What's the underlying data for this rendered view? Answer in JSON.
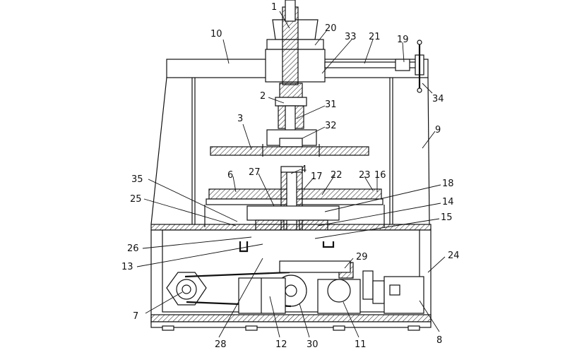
{
  "callouts": [
    {
      "id": "c1",
      "text": "1"
    },
    {
      "id": "c2",
      "text": "2"
    },
    {
      "id": "c3",
      "text": "3"
    },
    {
      "id": "c4",
      "text": "4"
    },
    {
      "id": "c6",
      "text": "6"
    },
    {
      "id": "c7",
      "text": "7"
    },
    {
      "id": "c8",
      "text": "8"
    },
    {
      "id": "c9",
      "text": "9"
    },
    {
      "id": "c10",
      "text": "10"
    },
    {
      "id": "c11",
      "text": "11"
    },
    {
      "id": "c12",
      "text": "12"
    },
    {
      "id": "c13",
      "text": "13"
    },
    {
      "id": "c14",
      "text": "14"
    },
    {
      "id": "c15",
      "text": "15"
    },
    {
      "id": "c16",
      "text": "16"
    },
    {
      "id": "c17",
      "text": "17"
    },
    {
      "id": "c18",
      "text": "18"
    },
    {
      "id": "c19",
      "text": "19"
    },
    {
      "id": "c20",
      "text": "20"
    },
    {
      "id": "c21",
      "text": "21"
    },
    {
      "id": "c22",
      "text": "22"
    },
    {
      "id": "c23",
      "text": "23"
    },
    {
      "id": "c24",
      "text": "24"
    },
    {
      "id": "c25",
      "text": "25"
    },
    {
      "id": "c26",
      "text": "26"
    },
    {
      "id": "c27",
      "text": "27"
    },
    {
      "id": "c28",
      "text": "28"
    },
    {
      "id": "c29",
      "text": "29"
    },
    {
      "id": "c30",
      "text": "30"
    },
    {
      "id": "c31",
      "text": "31"
    },
    {
      "id": "c32",
      "text": "32"
    },
    {
      "id": "c33",
      "text": "33"
    },
    {
      "id": "c34",
      "text": "34"
    },
    {
      "id": "c35",
      "text": "35"
    }
  ]
}
